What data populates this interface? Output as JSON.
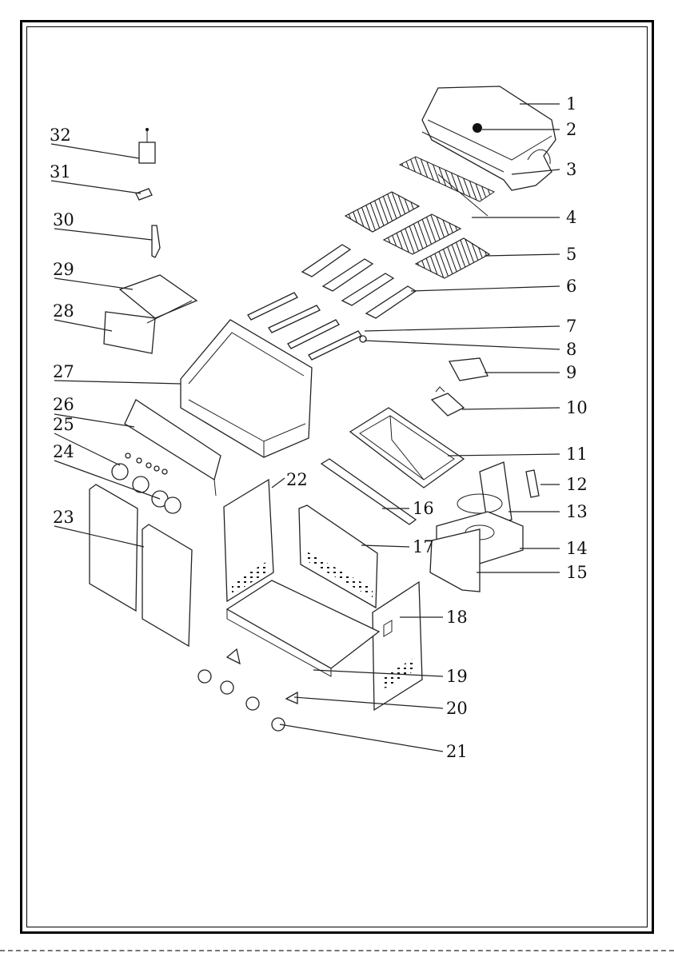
{
  "callouts": [
    {
      "id": 1,
      "text": "1"
    },
    {
      "id": 2,
      "text": "2"
    },
    {
      "id": 3,
      "text": "3"
    },
    {
      "id": 4,
      "text": "4"
    },
    {
      "id": 5,
      "text": "5"
    },
    {
      "id": 6,
      "text": "6"
    },
    {
      "id": 7,
      "text": "7"
    },
    {
      "id": 8,
      "text": "8"
    },
    {
      "id": 9,
      "text": "9"
    },
    {
      "id": 10,
      "text": "10"
    },
    {
      "id": 11,
      "text": "11"
    },
    {
      "id": 12,
      "text": "12"
    },
    {
      "id": 13,
      "text": "13"
    },
    {
      "id": 14,
      "text": "14"
    },
    {
      "id": 15,
      "text": "15"
    },
    {
      "id": 16,
      "text": "16"
    },
    {
      "id": 17,
      "text": "17"
    },
    {
      "id": 18,
      "text": "18"
    },
    {
      "id": 19,
      "text": "19"
    },
    {
      "id": 20,
      "text": "20"
    },
    {
      "id": 21,
      "text": "21"
    },
    {
      "id": 22,
      "text": "22"
    },
    {
      "id": 23,
      "text": "23"
    },
    {
      "id": 24,
      "text": "24"
    },
    {
      "id": 25,
      "text": "25"
    },
    {
      "id": 26,
      "text": "26"
    },
    {
      "id": 27,
      "text": "27"
    },
    {
      "id": 28,
      "text": "28"
    },
    {
      "id": 29,
      "text": "29"
    },
    {
      "id": 30,
      "text": "30"
    },
    {
      "id": 31,
      "text": "31"
    },
    {
      "id": 32,
      "text": "32"
    }
  ]
}
